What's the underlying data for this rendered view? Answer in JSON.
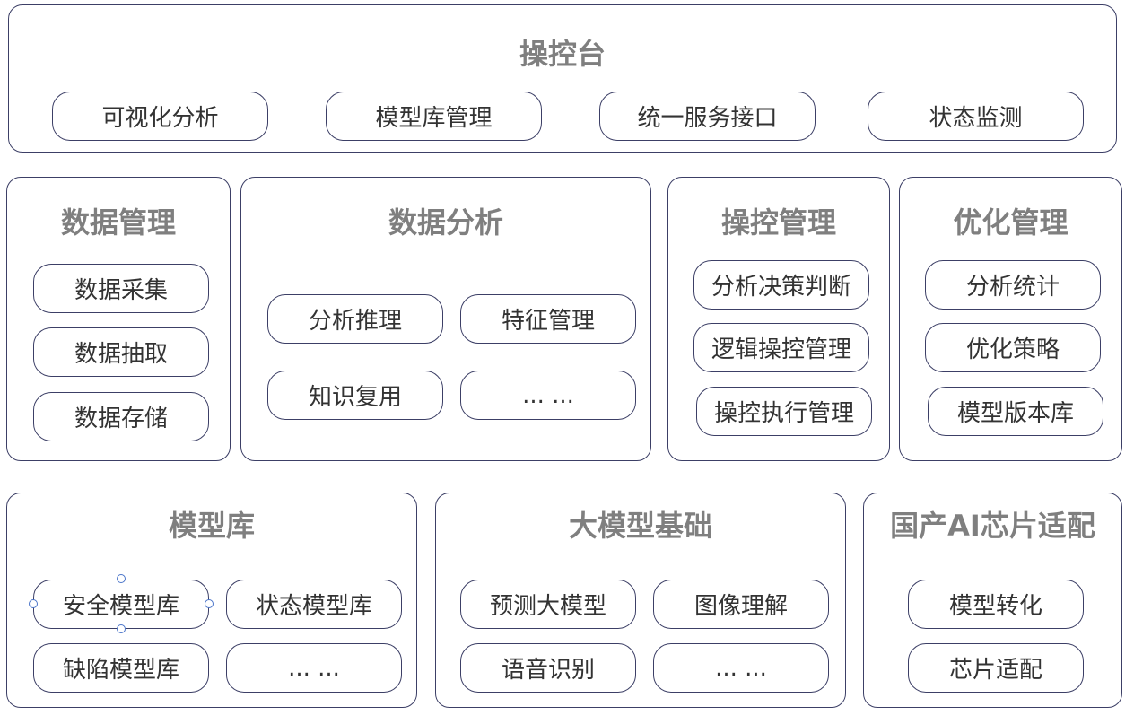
{
  "console": {
    "title": "操控台",
    "items": [
      "可视化分析",
      "模型库管理",
      "统一服务接口",
      "状态监测"
    ]
  },
  "data_mgmt": {
    "title": "数据管理",
    "items": [
      "数据采集",
      "数据抽取",
      "数据存储"
    ]
  },
  "data_analysis": {
    "title": "数据分析",
    "items": [
      "分析推理",
      "特征管理",
      "知识复用",
      "... ..."
    ]
  },
  "control_mgmt": {
    "title": "操控管理",
    "items": [
      "分析决策判断",
      "逻辑操控管理",
      "操控执行管理"
    ]
  },
  "opt_mgmt": {
    "title": "优化管理",
    "items": [
      "分析统计",
      "优化策略",
      "模型版本库"
    ]
  },
  "model_lib": {
    "title": "模型库",
    "items": [
      "安全模型库",
      "状态模型库",
      "缺陷模型库",
      "... ..."
    ]
  },
  "llm_base": {
    "title": "大模型基础",
    "items": [
      "预测大模型",
      "图像理解",
      "语音识别",
      "... ..."
    ]
  },
  "ai_chip": {
    "title": "国产AI芯片适配",
    "items": [
      "模型转化",
      "芯片适配"
    ]
  }
}
